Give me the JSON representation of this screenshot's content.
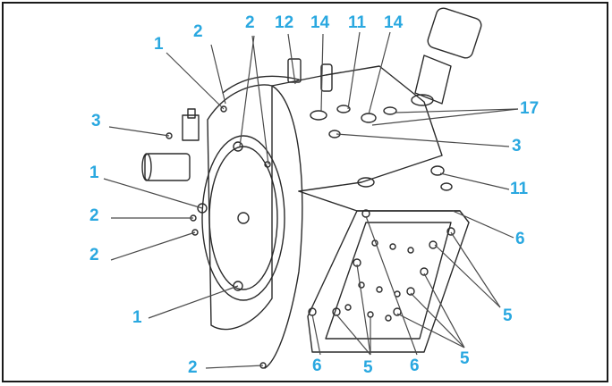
{
  "colors": {
    "callout": "#2aa8e0",
    "leader": "#4a4a4a",
    "line_art": "#2b2b2b",
    "frame": "#1a1a1a"
  },
  "callouts": [
    {
      "id": "c1a",
      "text": "1"
    },
    {
      "id": "c2a",
      "text": "2"
    },
    {
      "id": "c2b",
      "text": "2"
    },
    {
      "id": "c12",
      "text": "12"
    },
    {
      "id": "c14a",
      "text": "14"
    },
    {
      "id": "c11a",
      "text": "11"
    },
    {
      "id": "c14b",
      "text": "14"
    },
    {
      "id": "c3a",
      "text": "3"
    },
    {
      "id": "c17",
      "text": "17"
    },
    {
      "id": "c3b",
      "text": "3"
    },
    {
      "id": "c1b",
      "text": "1"
    },
    {
      "id": "c11b",
      "text": "11"
    },
    {
      "id": "c2c",
      "text": "2"
    },
    {
      "id": "c2d",
      "text": "2"
    },
    {
      "id": "c6a",
      "text": "6"
    },
    {
      "id": "c5a",
      "text": "5"
    },
    {
      "id": "c1c",
      "text": "1"
    },
    {
      "id": "c2e",
      "text": "2"
    },
    {
      "id": "c6b",
      "text": "6"
    },
    {
      "id": "c5b",
      "text": "5"
    },
    {
      "id": "c6c",
      "text": "6"
    },
    {
      "id": "c5c",
      "text": "5"
    }
  ]
}
